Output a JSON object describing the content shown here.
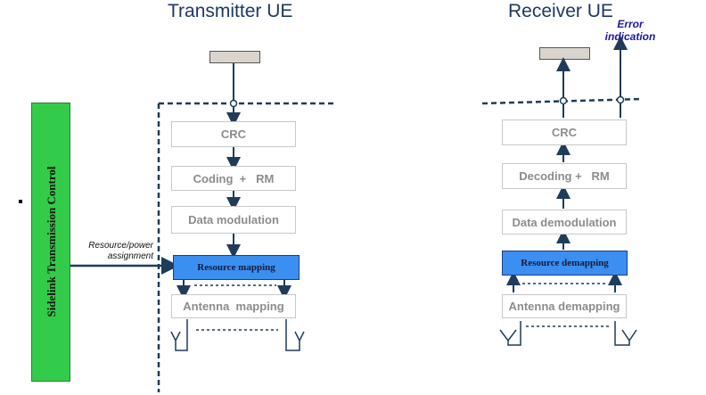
{
  "transmitter": {
    "title": "Transmitter UE",
    "crc": "CRC",
    "coding": "Coding  +   RM",
    "modulation": "Data modulation",
    "resource_mapping": "Resource mapping",
    "antenna_mapping": "Antenna  mapping"
  },
  "receiver": {
    "title": "Receiver UE",
    "crc": "CRC",
    "decoding": "Decoding +   RM",
    "demodulation": "Data demodulation",
    "resource_demapping": "Resource demapping",
    "antenna_demapping": "Antenna demapping",
    "error_indication_line1": "Error",
    "error_indication_line2": "indication"
  },
  "control": {
    "label": "Sidelink Transmission Control",
    "assignment_line1": "Resource/power",
    "assignment_line2": "assignment"
  },
  "colors": {
    "green": "#33cc4a",
    "blue": "#3a8ff0",
    "arrow": "#1f3c5a"
  }
}
